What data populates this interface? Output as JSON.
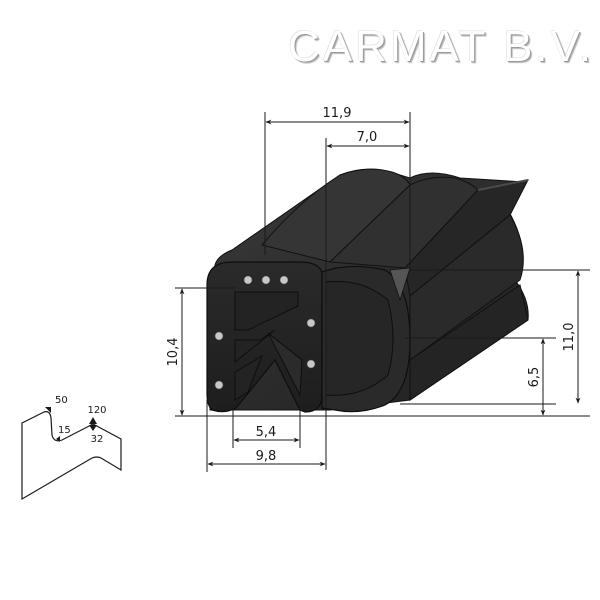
{
  "brand": {
    "name": "CARMAT B.V."
  },
  "profile": {
    "colors": {
      "rubber": "#2b2b2b",
      "rubber_light": "#3d3d3d",
      "rubber_edge": "#111111",
      "insert_dot": "#c8c8c8",
      "line": "#1a1a1a"
    },
    "dimensions": {
      "overall_width_top": "11,9",
      "bulb_width": "7,0",
      "height_left": "10,4",
      "height_total": "11,0",
      "bulb_height": "6,5",
      "slot_width": "5,4",
      "base_width": "9,8"
    }
  },
  "icon_legend": {
    "values": {
      "top_left": "50",
      "inner": "15",
      "top_right": "120",
      "bottom_right": "32"
    }
  }
}
